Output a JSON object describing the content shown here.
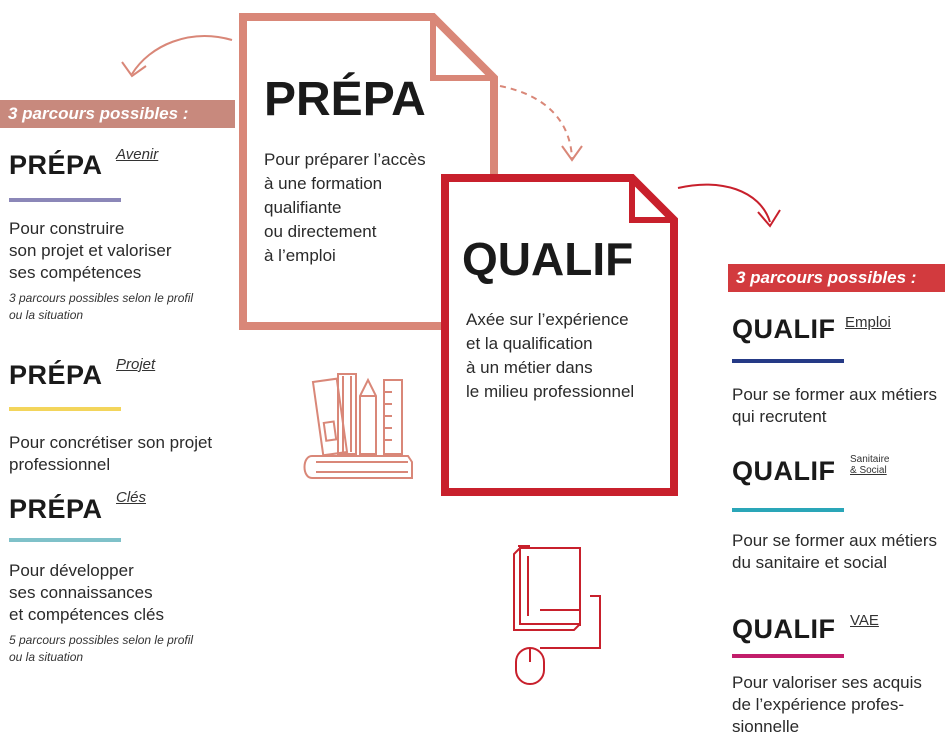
{
  "colors": {
    "salmon": "#d98778",
    "red": "#c8202c",
    "prepa_banner": "#c8897d",
    "qualif_banner": "#d23a3e",
    "avenir_bar": "#8b87b8",
    "projet_bar": "#f3d55b",
    "cles_bar": "#7fc1c9",
    "emploi_bar": "#253a86",
    "sanitaire_bar": "#2aa6b8",
    "vae_bar": "#c21d6b"
  },
  "prepa_card": {
    "title": "PRÉPA",
    "text": [
      "Pour préparer l’accès",
      "à une formation",
      "qualifiante",
      "ou directement",
      "à l’emploi"
    ]
  },
  "qualif_card": {
    "title": "QUALIF",
    "text": [
      "Axée sur l’expérience",
      "et la qualification",
      "à un métier dans",
      "le milieu professionnel"
    ]
  },
  "left": {
    "banner": "3 parcours possibles :",
    "items": [
      {
        "brand": "PRÉPA",
        "sub": "Avenir",
        "desc": [
          "Pour construire",
          "son projet et valoriser",
          "ses compétences"
        ],
        "note": [
          "3 parcours possibles selon le profil",
          "ou la situation"
        ]
      },
      {
        "brand": "PRÉPA",
        "sub": "Projet",
        "desc": [
          "Pour concrétiser son projet",
          "professionnel"
        ]
      },
      {
        "brand": "PRÉPA",
        "sub": "Clés",
        "desc": [
          "Pour développer",
          "ses connaissances",
          "et compétences clés"
        ],
        "note": [
          "5 parcours possibles selon le profil",
          "ou la situation"
        ]
      }
    ]
  },
  "right": {
    "banner": "3 parcours possibles :",
    "items": [
      {
        "brand": "QUALIF",
        "sub": "Emploi",
        "desc": [
          "Pour se former aux métiers",
          "qui recrutent"
        ]
      },
      {
        "brand": "QUALIF",
        "sub_line1": "Sanitaire",
        "sub_line2": "& Social",
        "desc": [
          "Pour se former aux métiers",
          "du sanitaire et social"
        ]
      },
      {
        "brand": "QUALIF",
        "sub": "VAE",
        "desc": [
          "Pour valoriser ses acquis",
          "de l’expérience profes-",
          "sionnelle"
        ]
      }
    ]
  },
  "icons": [
    "books-icon",
    "book-mouse-icon",
    "curved-arrow-icon"
  ]
}
